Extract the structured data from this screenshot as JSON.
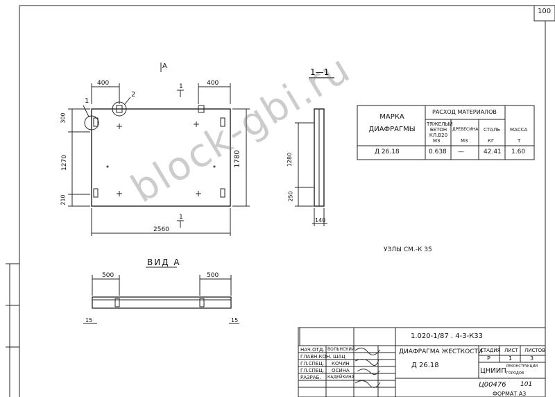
{
  "sheet": {
    "page_number": "100",
    "section_a": "A",
    "section_11": "1—1",
    "view_a": "ВИД А",
    "nodes_note": "УЗЛЫ СМ.-К 35",
    "callouts": [
      "1",
      "2"
    ],
    "cut_marks": [
      "1",
      "1"
    ]
  },
  "dimensions": {
    "top_left": "400",
    "top_right": "400",
    "left_top": "300",
    "left_mid": "1270",
    "left_bottom": "210",
    "right_height": "1780",
    "bottom_width": "2560",
    "section_mid": "1280",
    "section_bottom": "250",
    "section_width": "140",
    "view_left": "500",
    "view_right": "500",
    "view_small_left": "15",
    "view_small_right": "15"
  },
  "materials_table": {
    "header_mark": "МАРКА ДИАФРАГМЫ",
    "header_consumption": "РАСХОД МАТЕРИАЛОВ",
    "col_concrete": "ТЯЖЕЛЫЙ БЕТОН КЛ.В20",
    "col_concrete_unit": "М3",
    "col_wood": "ДРЕВЕСИНА",
    "col_wood_unit": "М3",
    "col_steel": "СТАЛЬ",
    "col_steel_unit": "КГ",
    "col_mass": "МАССА",
    "col_mass_unit": "Т",
    "row_mark": "Д 26.18",
    "row_concrete": "0.638",
    "row_wood": "—",
    "row_steel": "42.41",
    "row_mass": "1.60"
  },
  "title_block": {
    "code": "1.020-1/87 . 4-3-К33",
    "roles": [
      "НАЧ.ОТД.",
      "ГЛАВН.КОН.",
      "ГЛ.СПЕЦ.",
      "ГЛ.СПЕЦ.",
      "РАЗРАБ."
    ],
    "names": [
      "ВОЛЬНСКИЙ",
      "ШАЦ",
      "КОЧИН",
      "ОСИНА",
      "КАДЕЙКИНА"
    ],
    "title": "ДИАФРАГМА ЖЕСТКОСТИ",
    "mark": "Д 26.18",
    "stage_label": "СТАДИЯ",
    "sheet_label": "ЛИСТ",
    "sheets_label": "ЛИСТОВ",
    "stage": "Р",
    "sheet": "1",
    "sheets": "3",
    "org": "ЦНИИП",
    "org_sub1": "РЕКОНСТРУКЦИИ",
    "org_sub2": "ГОРОДОВ",
    "doc_number": "Ц00476",
    "doc_page": "101",
    "format": "ФОРМАТ А3"
  },
  "watermark": "block-gbi.ru"
}
